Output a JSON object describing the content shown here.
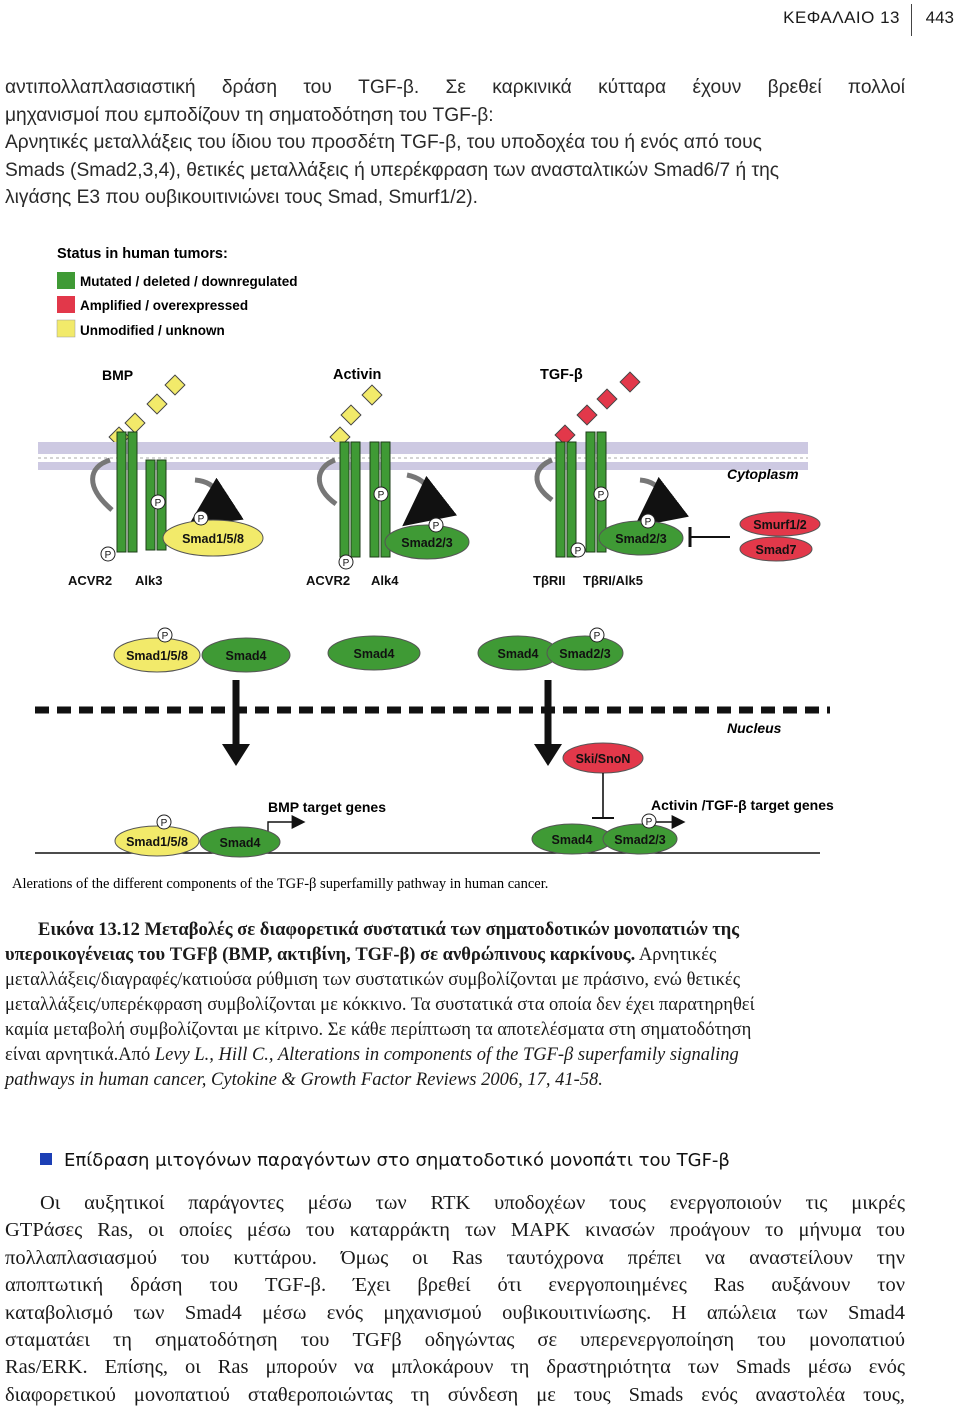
{
  "header": {
    "chapter": "ΚΕΦΑΛΑΙΟ 13",
    "page": "443"
  },
  "intro_lines": [
    "αντιπολλαπλασιαστική  δράση  του  TGF-β.  Σε  καρκινικά  κύτταρα  έχουν  βρεθεί  πολλοί",
    "μηχανισμοί που εμποδίζουν τη σηματοδότηση του TGF-β:",
    "Αρνητικές μεταλλάξεις του ίδιου του προσδέτη TGF-β, του υποδοχέα του ή ενός από τους",
    "Smads (Smad2,3,4), θετικές μεταλλάξεις ή υπερέκφραση των ανασταλτικών Smad6/7 ή της",
    "λιγάσης E3 που ουβικουιτινιώνει τους Smad, Smurf1/2)."
  ],
  "figure": {
    "legend_title": "Status in human tumors:",
    "legend_items": [
      "Mutated / deleted / downregulated",
      "Amplified / overexpressed",
      "Unmodified / unknown"
    ],
    "colors": {
      "green": "#3f9a35",
      "red": "#e2384a",
      "yellow": "#f2ea6a",
      "membrane": "#cdc9e2"
    },
    "ligands": [
      "BMP",
      "Activin",
      "TGF-β"
    ],
    "cytoplasm": "Cytoplasm",
    "nucleus": "Nucleus",
    "receptors": [
      "ACVR2",
      "Alk3",
      "ACVR2",
      "Alk4",
      "TβRII",
      "TβRI/Alk5"
    ],
    "p": "P",
    "smads_receptor": [
      "Smad1/5/8",
      "Smad2/3",
      "Smad2/3"
    ],
    "inhibitors": [
      "Smurf1/2",
      "Smad7"
    ],
    "complexes": [
      "Smad1/5/8",
      "Smad4",
      "Smad4",
      "Smad4",
      "Smad2/3"
    ],
    "ski": "Ski/SnoN",
    "bmp_target": "BMP target genes",
    "activin_target": "Activin /TGF-β target genes",
    "nuclear_complexes": [
      "Smad1/5/8",
      "Smad4",
      "Smad4",
      "Smad2/3"
    ],
    "figure_caption": "Alerations of the different components of the TGF-β superfamilly pathway in human cancer."
  },
  "caption": {
    "line1_bold": "Εικόνα 13.12 Μεταβολές σε διαφορετικά συστατικά των σηματοδοτικών μονοπατιών της",
    "line2_bold": "υπεροικογένειας του TGFβ (BMP, ακτιβίνη, TGF-β) σε ανθρώπινους καρκίνους.",
    "line2_rest": " Αρνητικές",
    "line3": "μεταλλάξεις/διαγραφές/κατιούσα ρύθμιση των συστατικών συμβολίζονται με πράσινο, ενώ θετικές",
    "line4": "μεταλλάξεις/υπερέκφραση συμβολίζονται με κόκκινο. Τα συστατικά στα οποία δεν έχει παρατηρηθεί",
    "line5": "καμία μεταβολή συμβολίζονται με κίτρινο. Σε κάθε περίπτωση τα αποτελέσματα στη σηματοδότηση",
    "line6_a": "είναι αρνητικά.Από ",
    "line6_i": "Levy L., Hill C., Alterations in components of the TGF-β superfamily signaling",
    "line7_i": "pathways in human cancer, Cytokine & Growth Factor Reviews 2006, 17, 41-58."
  },
  "section_title": "Επίδραση μιτογόνων παραγόντων στο σηματοδοτικό μονοπάτι του TGF-β",
  "body_lines": [
    "Οι  αυξητικοί  παράγοντες  μέσω  των  RTK  υποδοχέων  τους  ενεργοποιούν  τις  μικρές",
    "GTPάσες Ras, οι οποίες μέσω του καταρράκτη των MAPK κινασών προάγουν το μήνυμα του",
    "πολλαπλασιασμού  του  κυττάρου.  Όμως  οι  Ras  ταυτόχρονα  πρέπει  να  αναστείλουν  την",
    "αποπτωτική  δράση  του  TGF-β.    Έχει  βρεθεί  ότι  ενεργοποιημένες  Ras  αυξάνουν  τον",
    "καταβολισμό των Smad4 μέσω ενός μηχανισμού ουβικουιτινίωσης. Η απώλεια των Smad4",
    "σταματάει τη σηματοδότηση του TGFβ οδηγώντας σε υπερενεργοποίηση του μονοπατιού",
    "Ras/ERK. Επίσης, οι Ras μπορούν να μπλοκάρουν τη δραστηριότητα των Smads μέσω ενός",
    "διαφορετικού μονοπατιού σταθεροποιώντας τη σύνδεση με τους Smads ενός αναστολέα τους,"
  ]
}
